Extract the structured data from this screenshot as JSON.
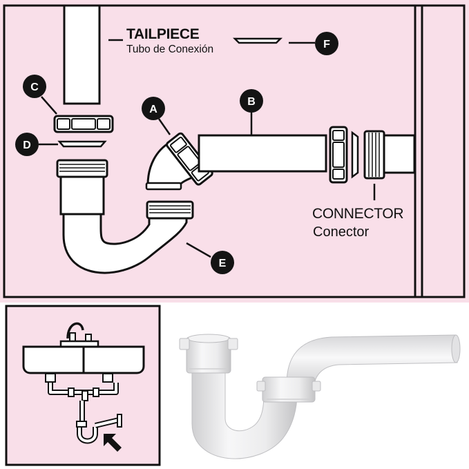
{
  "colors": {
    "panel_bg": "#f9dfe9",
    "line": "#111111",
    "pipe_fill": "#ffffff",
    "badge": "#141414",
    "photo_bg": "#ffffff"
  },
  "labels": {
    "tailpiece_title": "TAILPIECE",
    "tailpiece_sub": "Tubo de Conexión",
    "connector_title": "CONNECTOR",
    "connector_sub": "Conector"
  },
  "badges": {
    "a": "A",
    "b": "B",
    "c": "C",
    "d": "D",
    "e": "E",
    "f": "F"
  },
  "icons": {
    "sink": "sink-icon",
    "arrow": "arrow-icon"
  }
}
